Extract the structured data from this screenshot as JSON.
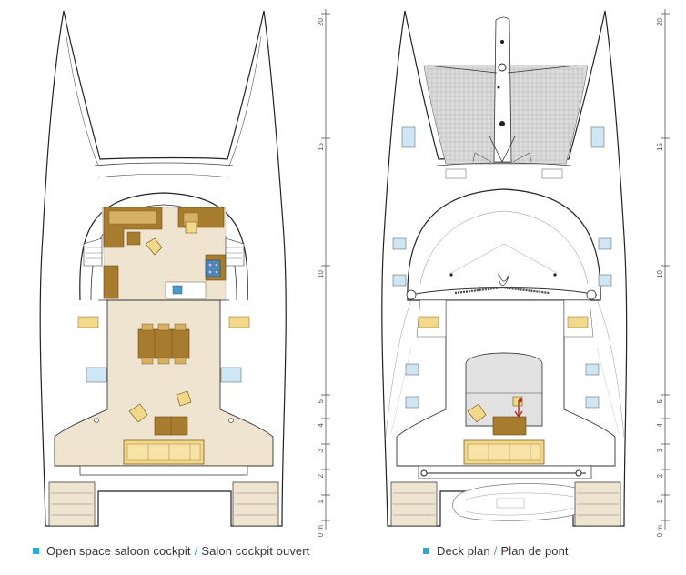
{
  "colors": {
    "accent_blue": "#2aa7df",
    "floor": "#ede2cd",
    "wood": "#a07428",
    "outline": "#222222",
    "window": "#cfe6f5",
    "trampoline": "#cccccc",
    "bimini": "#e3e3e3"
  },
  "plans": [
    {
      "caption_main": "Open space saloon cockpit",
      "caption_sep": "/",
      "caption_sub": "Salon cockpit ouvert",
      "scale_labels": [
        "20",
        "15",
        "10",
        "5",
        "4",
        "3",
        "2",
        "1",
        "0 m"
      ]
    },
    {
      "caption_main": "Deck plan",
      "caption_sep": "/",
      "caption_sub": "Plan de pont",
      "scale_labels": [
        "20",
        "15",
        "10",
        "5",
        "4",
        "3",
        "2",
        "1",
        "0 m"
      ]
    }
  ]
}
